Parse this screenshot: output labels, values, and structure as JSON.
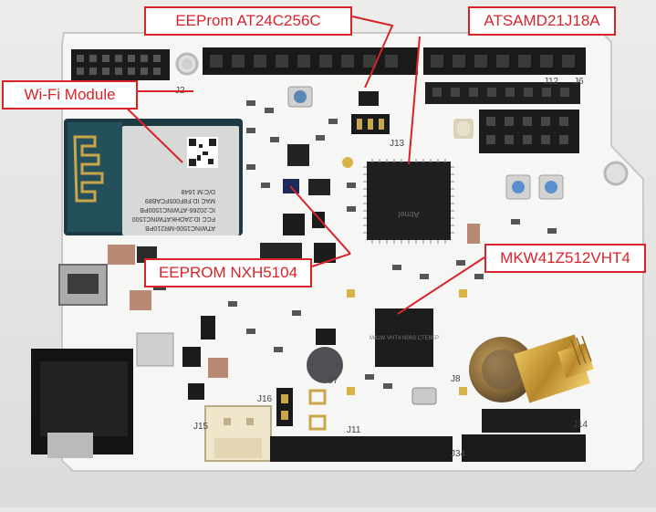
{
  "callouts": {
    "eeprom_at24": "EEProm AT24C256C",
    "atsamd": "ATSAMD21J18A",
    "wifi": "Wi-Fi Module",
    "eeprom_nxh": "EEPROM NXH5104",
    "mkw": "MKW41Z512VHT4"
  },
  "board": {
    "silkscreen": {
      "j2": "J2",
      "j12": "J12",
      "j6": "J6",
      "j13": "J13",
      "j16": "J16",
      "j15": "J15",
      "j11": "J11",
      "j14": "J14",
      "j8": "J8",
      "j34": "J34",
      "j7": "J7"
    },
    "wifi_label": {
      "line1": "ATWINC1500-MR210PB",
      "line2": "FCC ID:2ADHKATWINC1500",
      "line3": "IC:20266-ATWINC1500PB",
      "line4": "MAC ID:F8F005FCAB89",
      "line5": "D/C:M 1648"
    },
    "atsamd_marking": "Atmel",
    "mkw_marking": "M41W VHT4 N06S CTE8EP"
  },
  "colors": {
    "callout_border": "#d8232a",
    "callout_text": "#d8232a",
    "leader_line": "#d8232a",
    "board": "#f4f4f2",
    "background": "#e8e8e6"
  }
}
